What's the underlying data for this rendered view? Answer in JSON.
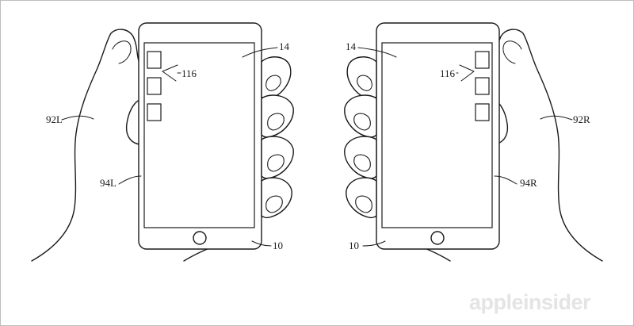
{
  "labels": {
    "hand_left": "92L",
    "hand_right": "92R",
    "edge_left": "94L",
    "edge_right": "94R",
    "screen_left": "14",
    "screen_right": "14",
    "icons_left": "116",
    "icons_right": "116",
    "device_left": "10",
    "device_right": "10"
  },
  "watermark": "appleinsider"
}
